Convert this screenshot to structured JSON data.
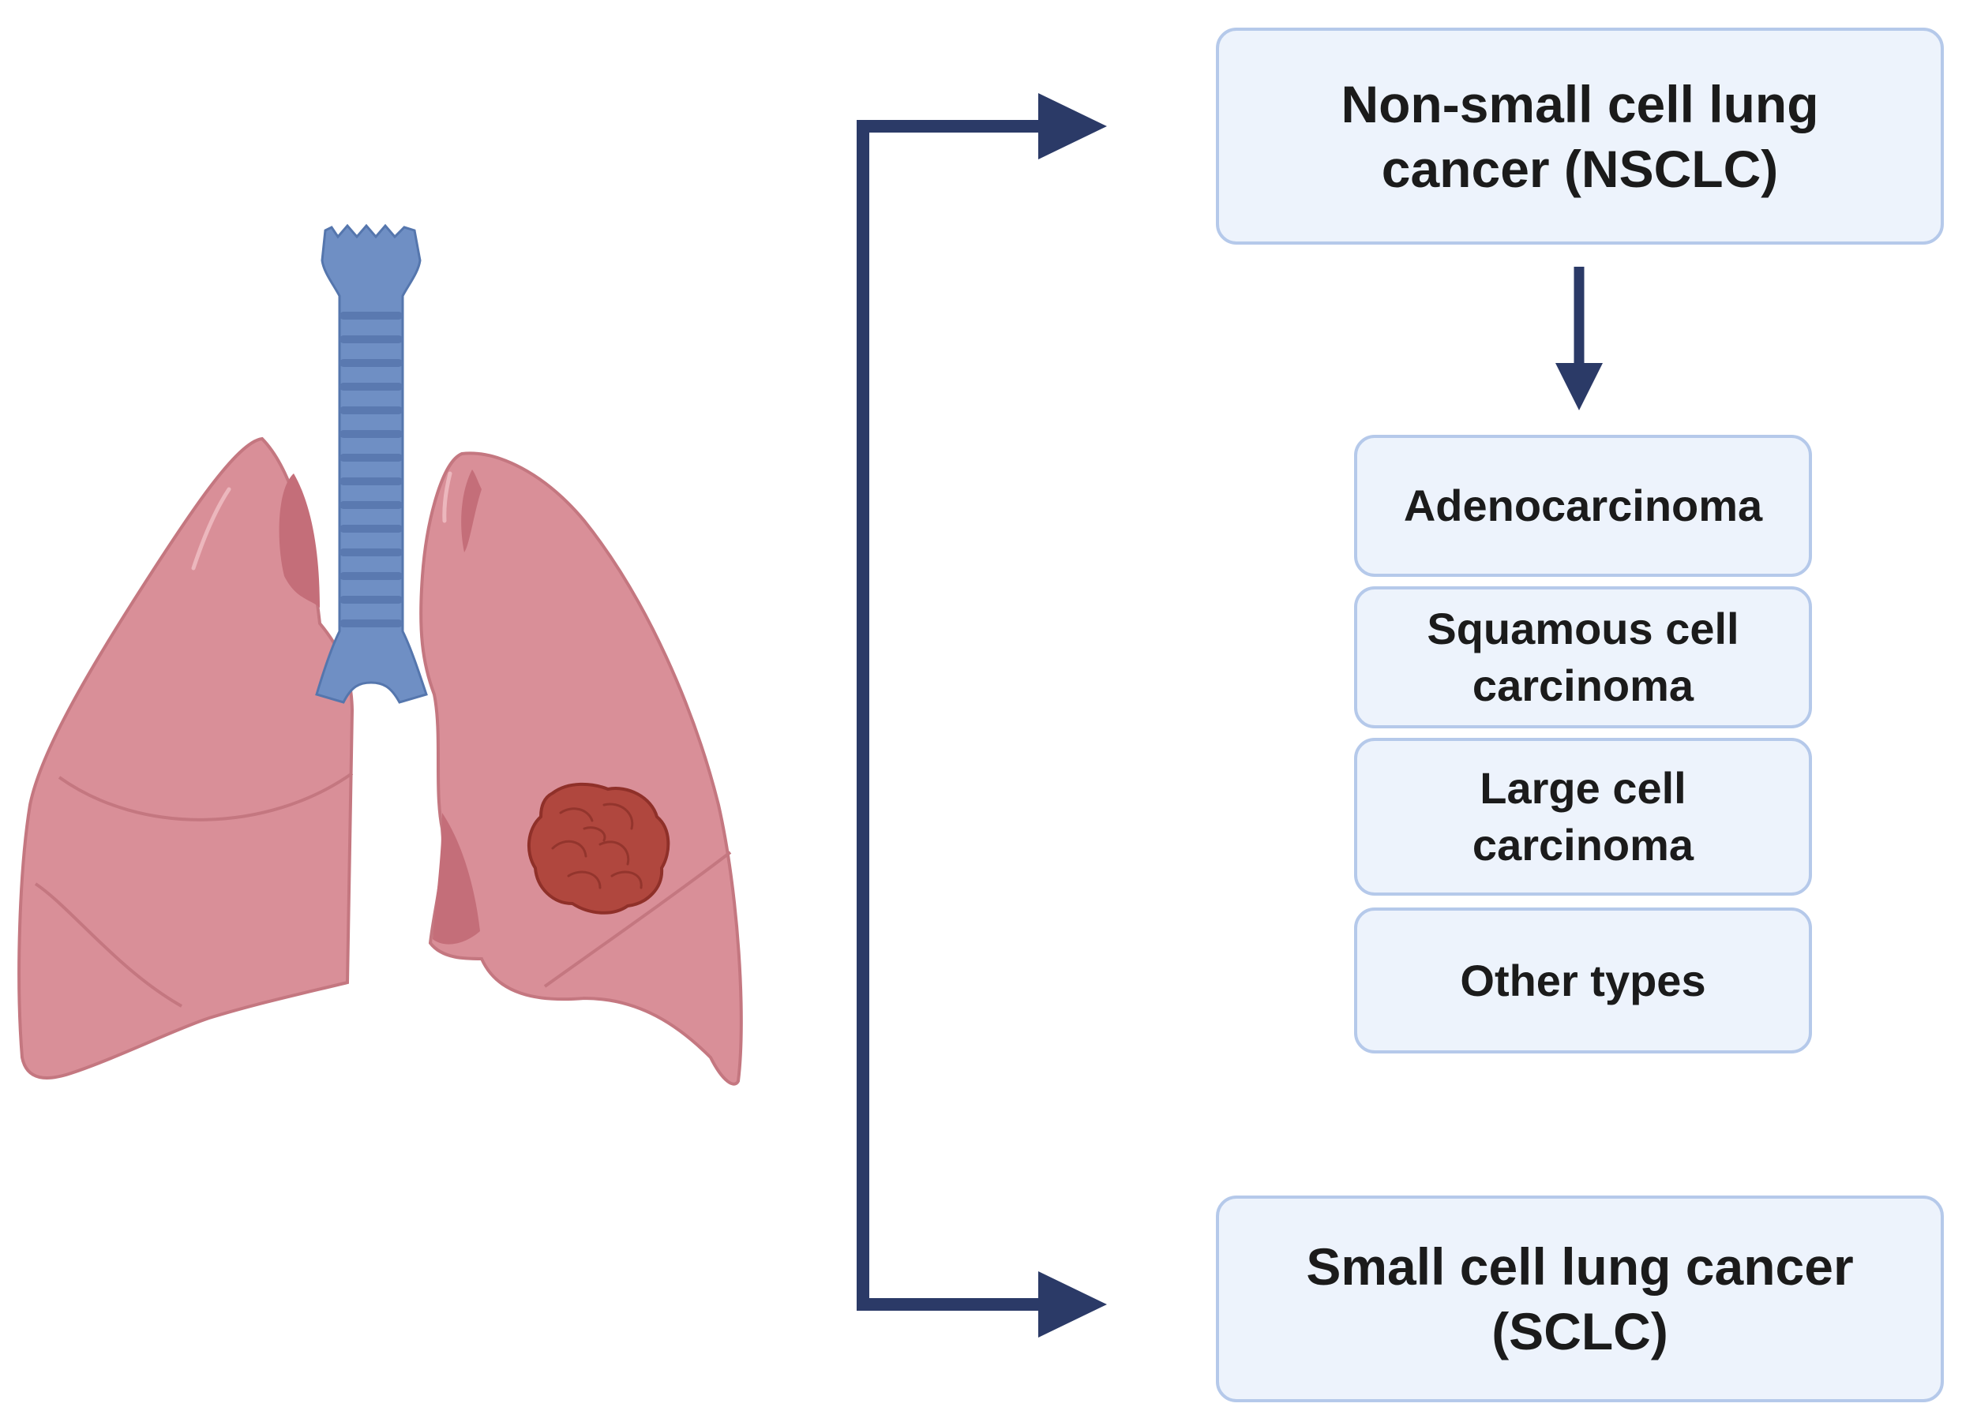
{
  "colors": {
    "arrow": "#2b3a67",
    "box_fill": "#edf3fc",
    "box_border": "#b5c9ea",
    "lung": "#d98f98",
    "trachea": "#6f8fc4",
    "tumor": "#b0473e"
  },
  "illustration": {
    "icon": "lungs-with-tumor-icon"
  },
  "categories": {
    "nsclc_label": "Non-small cell lung cancer (NSCLC)",
    "sclc_label": "Small cell lung cancer (SCLC)"
  },
  "nsclc_subtypes": {
    "adenocarcinoma": "Adenocarcinoma",
    "squamous": "Squamous cell carcinoma",
    "large_cell": "Large cell carcinoma",
    "other": "Other types"
  }
}
